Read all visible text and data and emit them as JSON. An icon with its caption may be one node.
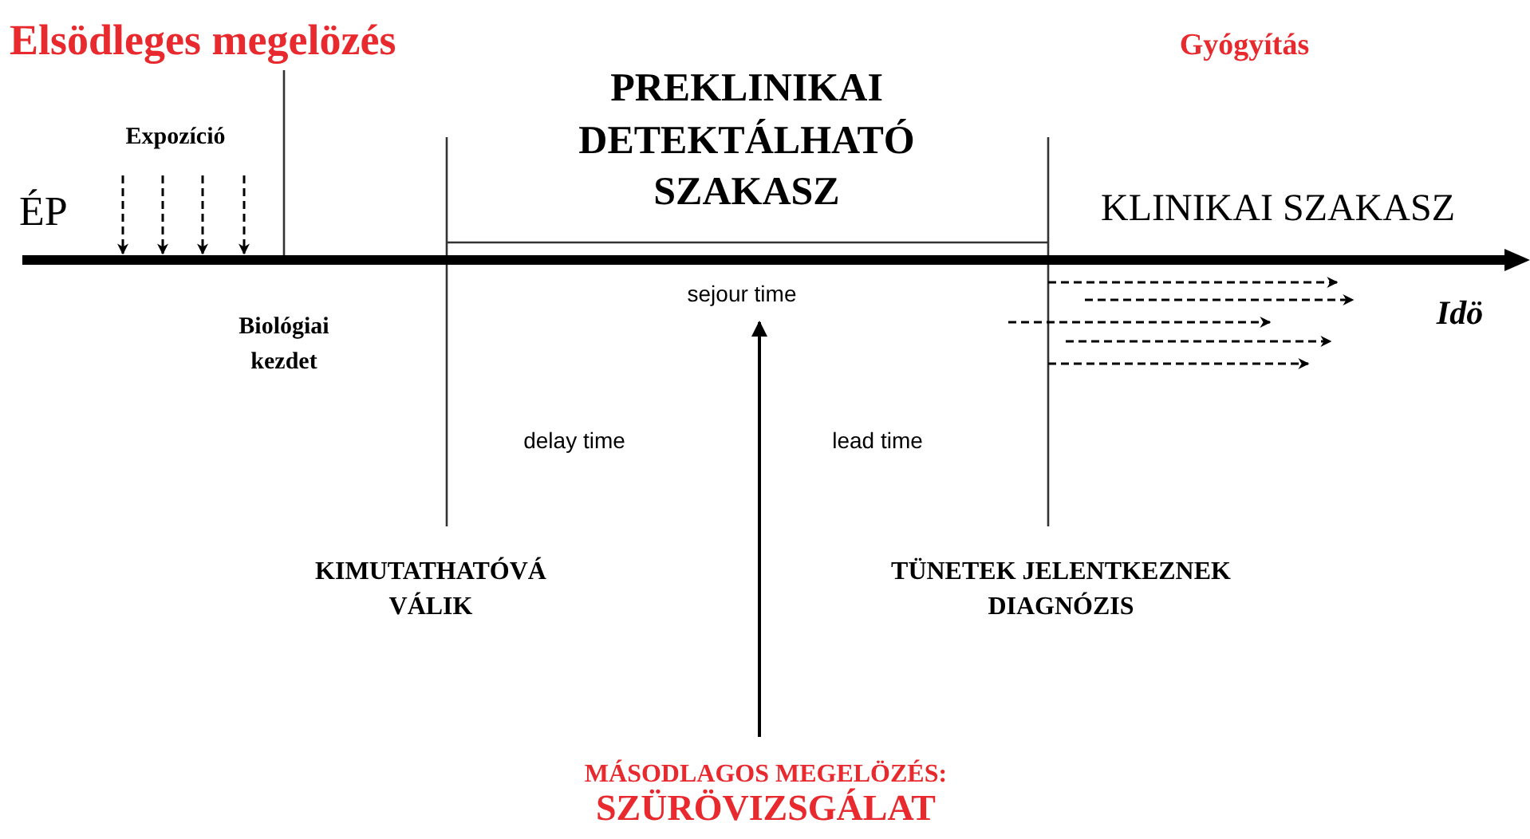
{
  "diagram": {
    "nodes": [
      {
        "text": [
          "Expozíció"
        ]
      },
      {
        "text": [],
        "shape": "bar"
      },
      {
        "text": [
          "sejour time"
        ]
      },
      {
        "text": [
          "MÁSODLAGOS MEGELÖZÉS:",
          "SZÜRÖVIZSGÁLAT"
        ]
      }
    ],
    "edges": [
      {
        "from": 0,
        "to": 1,
        "arrow": "to",
        "style": "dashed"
      },
      {
        "from": 0,
        "to": 1,
        "arrow": "to",
        "style": "dashed"
      },
      {
        "from": 0,
        "to": 1,
        "arrow": "to",
        "style": "dashed"
      },
      {
        "from": 0,
        "to": 1,
        "arrow": "to",
        "style": "dashed"
      },
      {
        "from": 3,
        "to": 2,
        "arrow": "to"
      }
    ],
    "labels": [
      "Elsödleges megelözés",
      "PREKLINIKAI DETEKTÁLHATÓ SZAKASZ",
      "Gyógyítás",
      "ÉP",
      "KLINIKAI SZAKASZ",
      "Idö",
      "Biológiai kezdet",
      "delay time",
      "lead time",
      "KIMUTATHATÓVÁ VÁLIK",
      "TÜNETEK JELENTKEZNEK DIAGNÓZIS"
    ]
  }
}
